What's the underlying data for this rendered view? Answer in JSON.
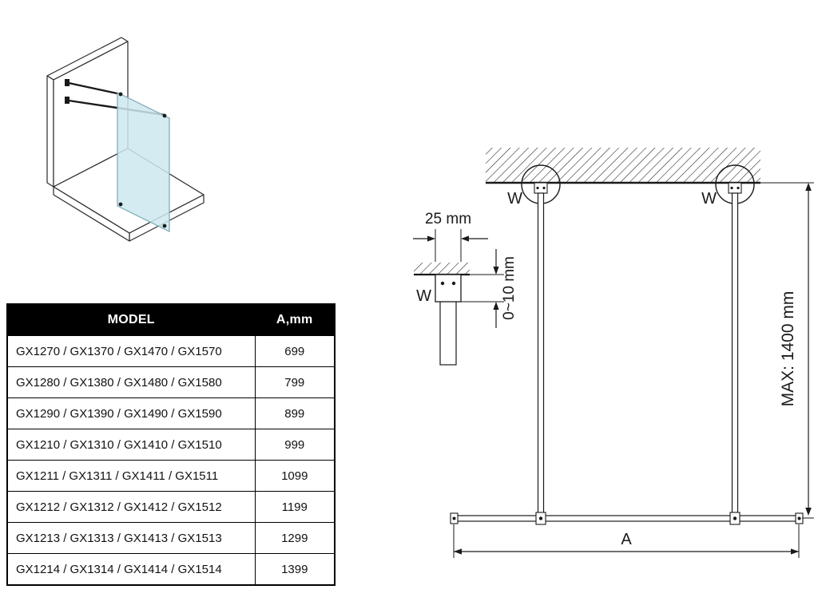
{
  "table": {
    "header": {
      "model": "MODEL",
      "a": "A,mm"
    },
    "rows": [
      {
        "model": "GX1270 / GX1370 / GX1470 / GX1570",
        "a": "699"
      },
      {
        "model": "GX1280 / GX1380 / GX1480 / GX1580",
        "a": "799"
      },
      {
        "model": "GX1290 / GX1390 / GX1490 / GX1590",
        "a": "899"
      },
      {
        "model": "GX1210 / GX1310 / GX1410 / GX1510",
        "a": "999"
      },
      {
        "model": "GX1211 / GX1311 / GX1411 / GX1511",
        "a": "1099"
      },
      {
        "model": "GX1212 / GX1312 / GX1412 / GX1512",
        "a": "1199"
      },
      {
        "model": "GX1213 / GX1313 / GX1413 / GX1513",
        "a": "1299"
      },
      {
        "model": "GX1214 / GX1314 / GX1414 / GX1514",
        "a": "1399"
      }
    ]
  },
  "diagram": {
    "wall_anchor_label_left": "W",
    "wall_anchor_label_right": "W",
    "wall_anchor_label_detail": "W",
    "bracket_width_dim": "25 mm",
    "gap_dim": "0~10 mm",
    "max_height_dim": "MAX: 1400 mm",
    "width_dim": "A"
  },
  "colors": {
    "line": "#1a1a1a",
    "glass_fill": "#cde7ee",
    "table_header_bg": "#000000",
    "table_header_text": "#ffffff"
  }
}
